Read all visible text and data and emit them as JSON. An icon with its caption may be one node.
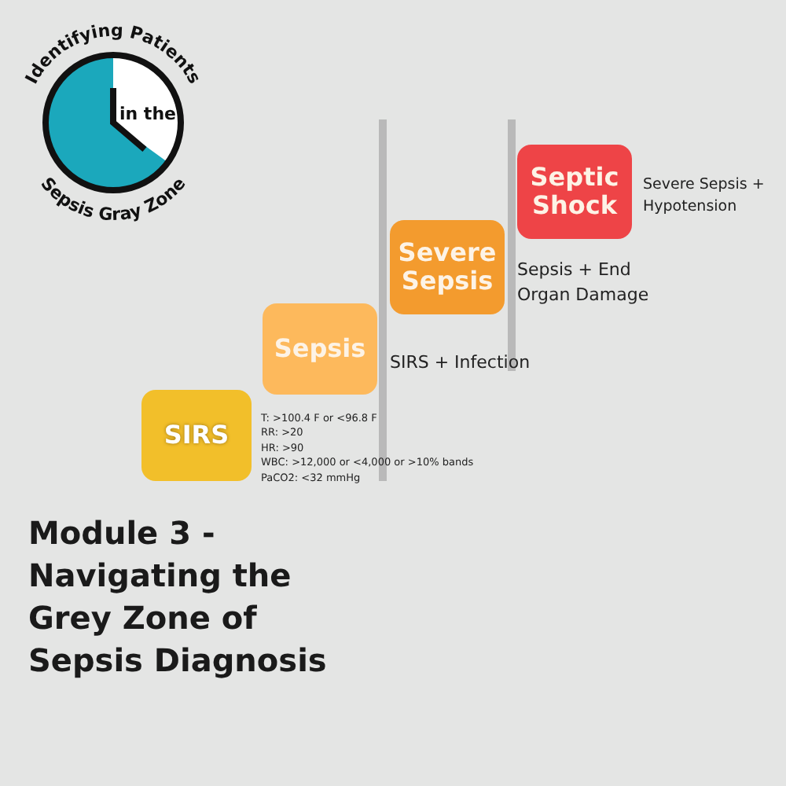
{
  "diagram": {
    "title": "Module 3 - Navigating the Grey Zone of Sepsis Diagnosis",
    "nodes": [
      {
        "text": [
          "SIRS"
        ],
        "beside": [
          "T: >100.4 F or <96.8 F",
          "RR: >20",
          "HR: >90",
          "WBC: >12,000 or <4,000 or >10% bands",
          "PaCO2: <32 mmHg"
        ]
      },
      {
        "text": [
          "Sepsis"
        ],
        "beside": [
          "SIRS + Infection"
        ]
      },
      {
        "text": [
          "Severe Sepsis"
        ],
        "beside": [
          "Sepsis + End Organ Damage"
        ]
      },
      {
        "text": [
          "Septic Shock"
        ],
        "beside": [
          "Severe Sepsis + Hypotension"
        ]
      }
    ],
    "edges": [],
    "labels": [
      "Identifying Patients",
      "in the",
      "Sepsis Gray Zone"
    ]
  }
}
